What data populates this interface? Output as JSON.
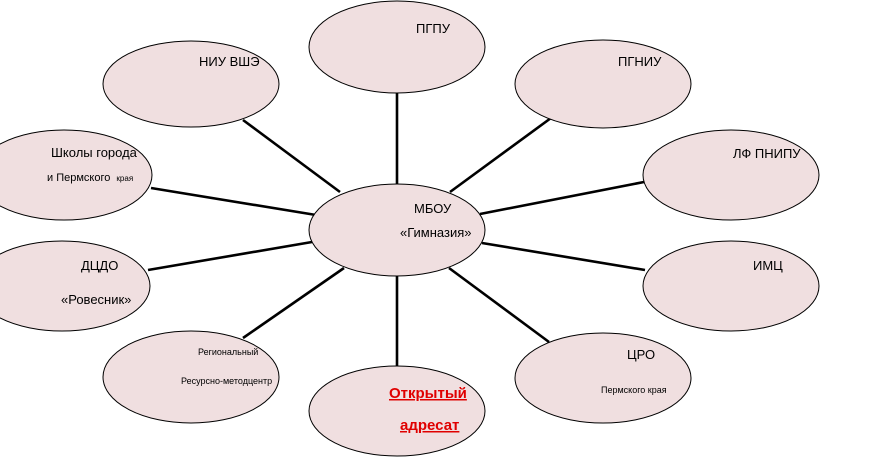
{
  "diagram": {
    "center": {
      "line1": "МБОУ",
      "line2": "«Гимназия»"
    },
    "nodes": {
      "pgpu": "ПГПУ",
      "niu_vshe": "НИУ ВШЭ",
      "pgniu": "ПГНИУ",
      "schools_line1": "Школы города",
      "schools_line2_main": "и Пермского",
      "schools_line2_small": "края",
      "lf_pnipu": "ЛФ ПНИПУ",
      "dcdo_line1": "ДЦДО",
      "dcdo_line2": "«Ровесник»",
      "imc": "ИМЦ",
      "rmc_line1": "Региональный",
      "rmc_line2": "Ресурсно-методцентр",
      "cro_line1": "ЦРО",
      "cro_line2": "Пермского края",
      "open_line1": "Открытый",
      "open_line2": "адресат"
    },
    "colors": {
      "ellipse_fill": "#f0dfe0",
      "link_text": "#e00000"
    }
  }
}
